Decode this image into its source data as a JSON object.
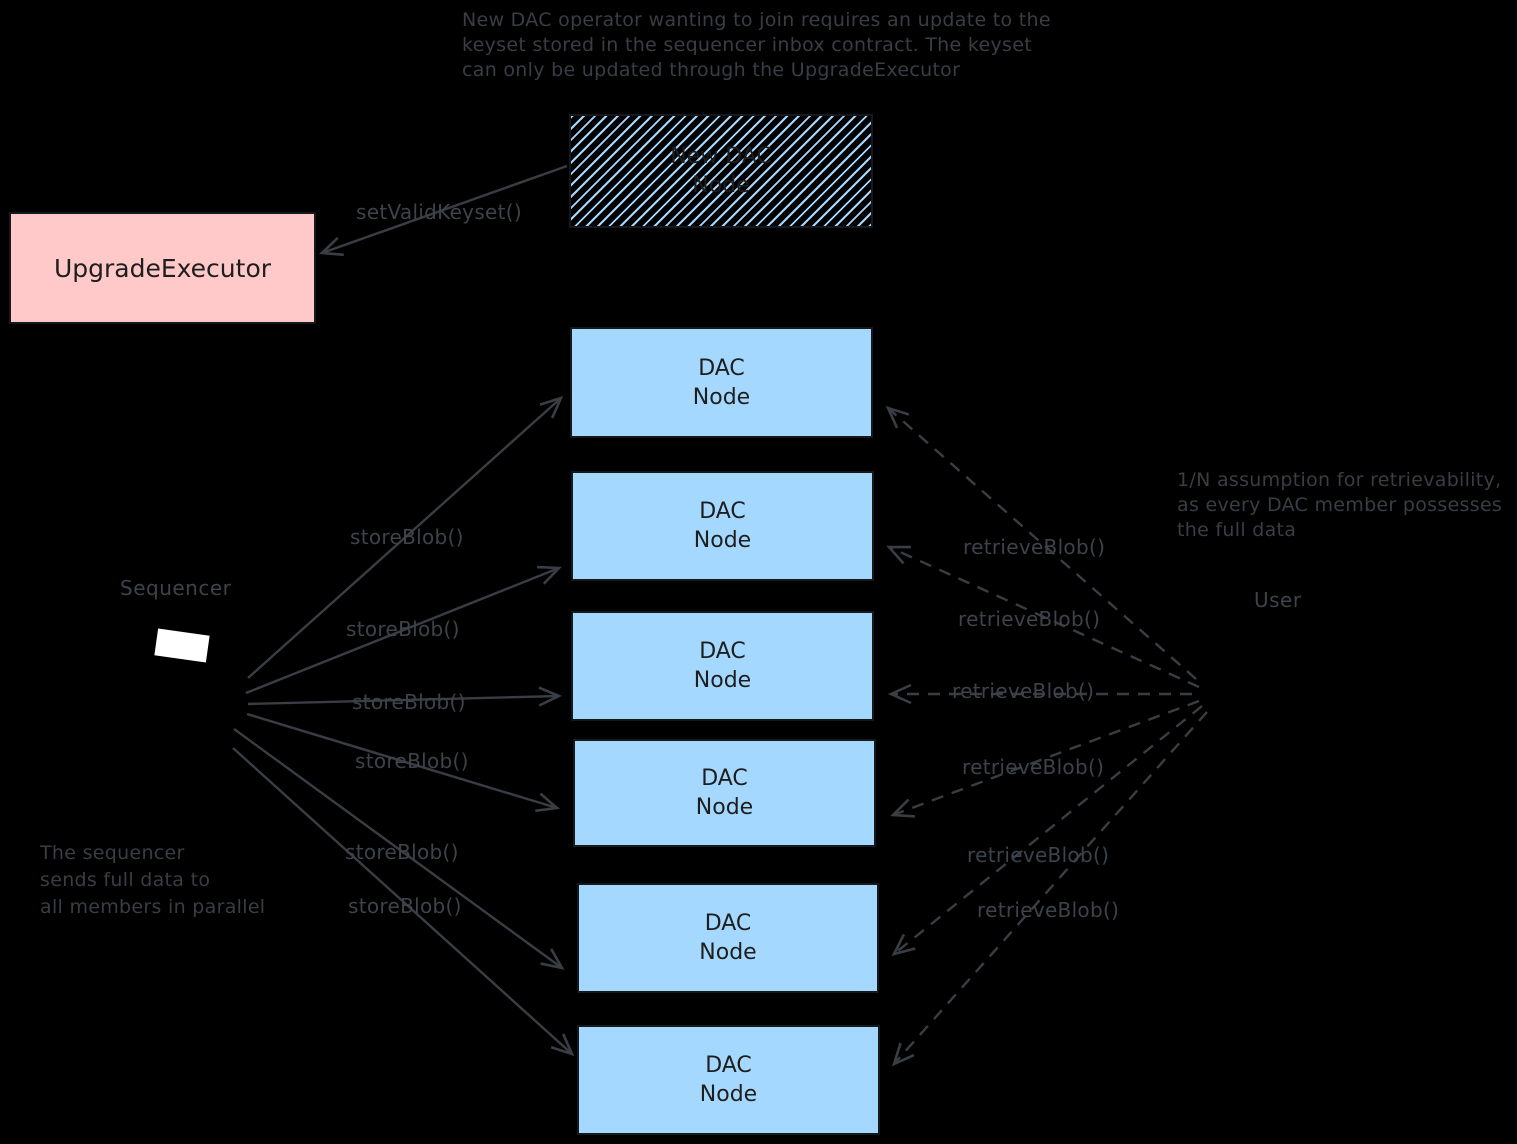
{
  "background": "#000000",
  "palette": {
    "ink": "#383e44",
    "box_text": "#1e1e1e",
    "blue_fill": "#a5d8ff",
    "pink_fill": "#ffc9c9",
    "white": "#ffffff"
  },
  "notes": {
    "top": "New DAC operator wanting to join requires an update to the\nkeyset stored in the sequencer inbox contract. The keyset\ncan only be updated through the UpgradeExecutor",
    "right": "1/N assumption for retrievability,\nas every DAC member possesses\nthe full data",
    "left": "The sequencer\nsends full data to\nall members in parallel"
  },
  "boxes": {
    "upgrade_executor": "UpgradeExecutor",
    "new_dac_node": "New DAC\nNode",
    "dac_node": "DAC\nNode"
  },
  "labels": {
    "sequencer": "Sequencer",
    "user": "User",
    "set_valid_keyset": "setValidKeyset()",
    "store_blob": "storeBlob()",
    "retrieve_blob": "retrieveBlob()"
  }
}
